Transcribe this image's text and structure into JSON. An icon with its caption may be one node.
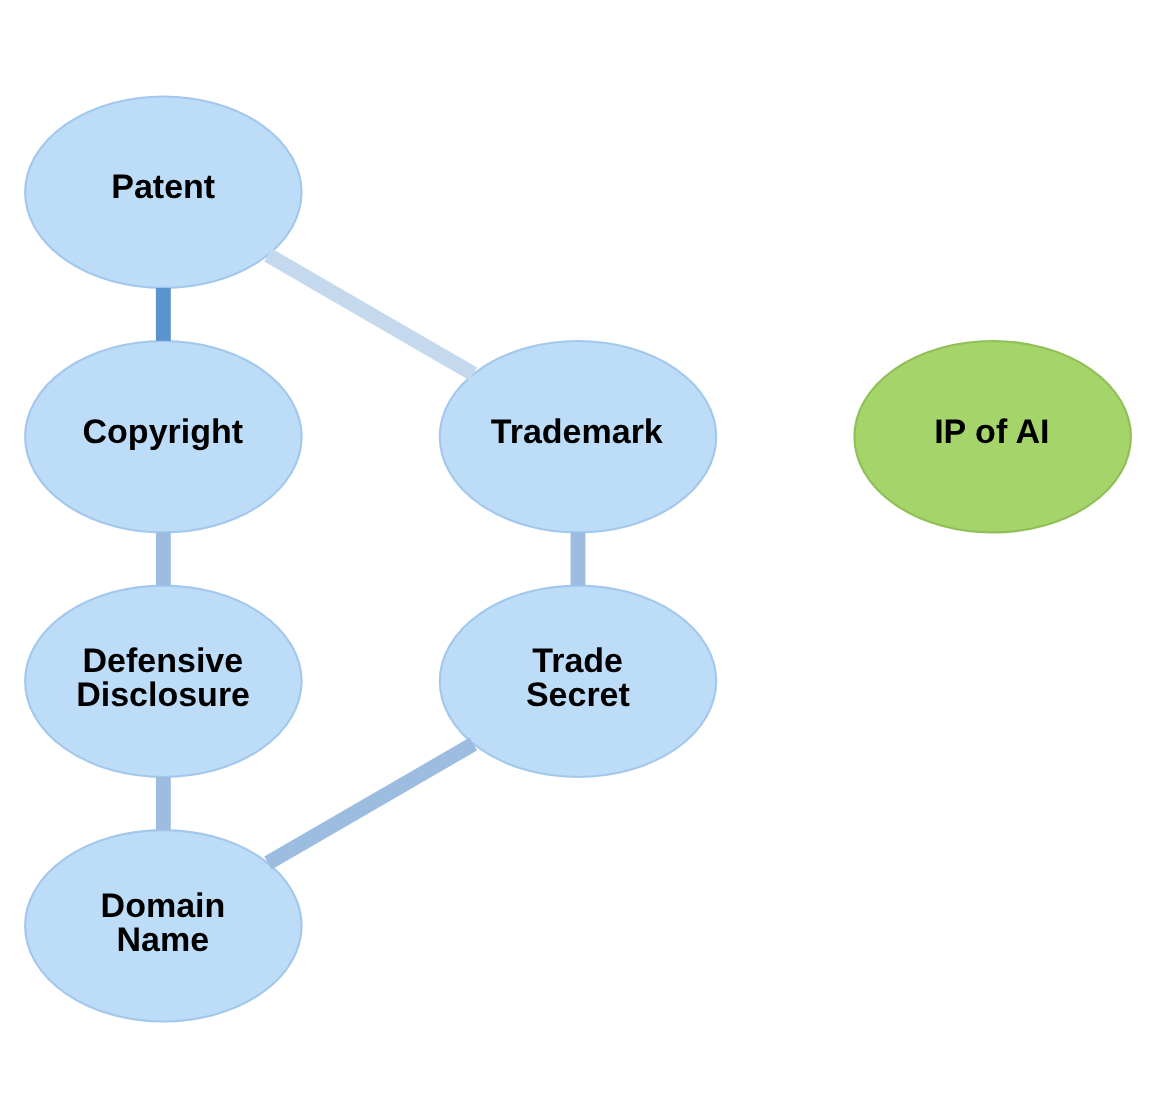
{
  "diagram": {
    "nodes": [
      {
        "text": [
          "Patent"
        ]
      },
      {
        "text": [
          "Trademark"
        ]
      },
      {
        "text": [
          "Copyright"
        ]
      },
      {
        "text": [
          "IP of AI"
        ]
      },
      {
        "text": [
          "Trade Secret"
        ]
      },
      {
        "text": [
          "Defensive Disclosure"
        ]
      },
      {
        "text": [
          "Domain Name"
        ]
      }
    ],
    "edges": [
      {
        "from": 0,
        "to": 2,
        "arrow": "none",
        "color": "#5b93cc"
      },
      {
        "from": 2,
        "to": 5,
        "arrow": "none"
      },
      {
        "from": 5,
        "to": 6,
        "arrow": "none"
      },
      {
        "from": 6,
        "to": 4,
        "arrow": "none"
      },
      {
        "from": 4,
        "to": 1,
        "arrow": "none"
      },
      {
        "from": 1,
        "to": 0,
        "arrow": "none",
        "color": "#c4d8ee"
      }
    ]
  }
}
